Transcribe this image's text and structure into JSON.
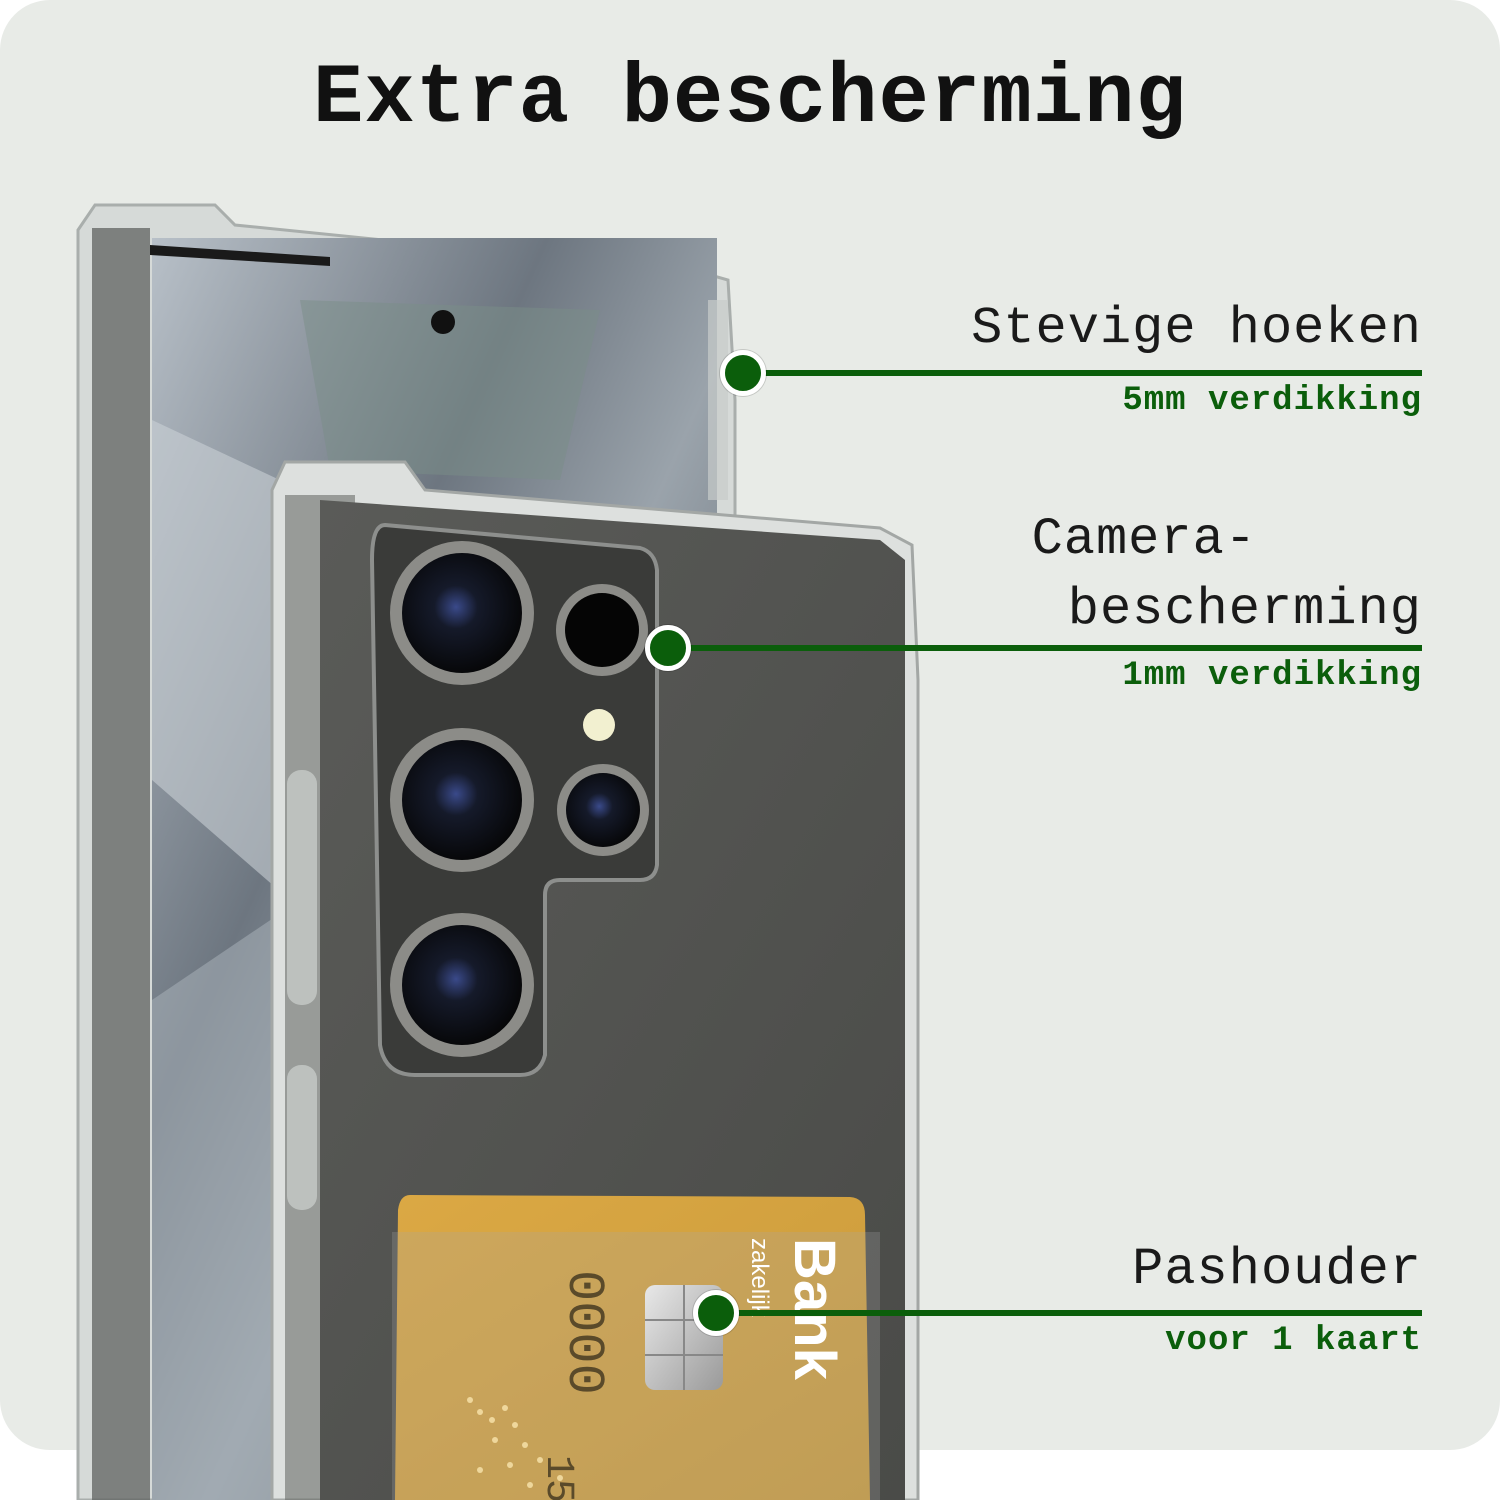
{
  "title": "Extra bescherming",
  "colors": {
    "accent": "#0b5e0b",
    "background": "#e8ebe7",
    "card": "#d8a63e"
  },
  "features": [
    {
      "title": "Stevige hoeken",
      "subtitle": "5mm verdikking"
    },
    {
      "title_line1": "Camera-",
      "title_line2": "bescherming",
      "subtitle": "1mm verdikking"
    },
    {
      "title": "Pashouder",
      "subtitle": "voor 1 kaart"
    }
  ],
  "bank_card": {
    "brand": "Bank",
    "type": "zakelijk",
    "number_group": "0000",
    "partial_number": "15"
  },
  "icons": [
    "marker-dot-icon",
    "chip-icon"
  ]
}
